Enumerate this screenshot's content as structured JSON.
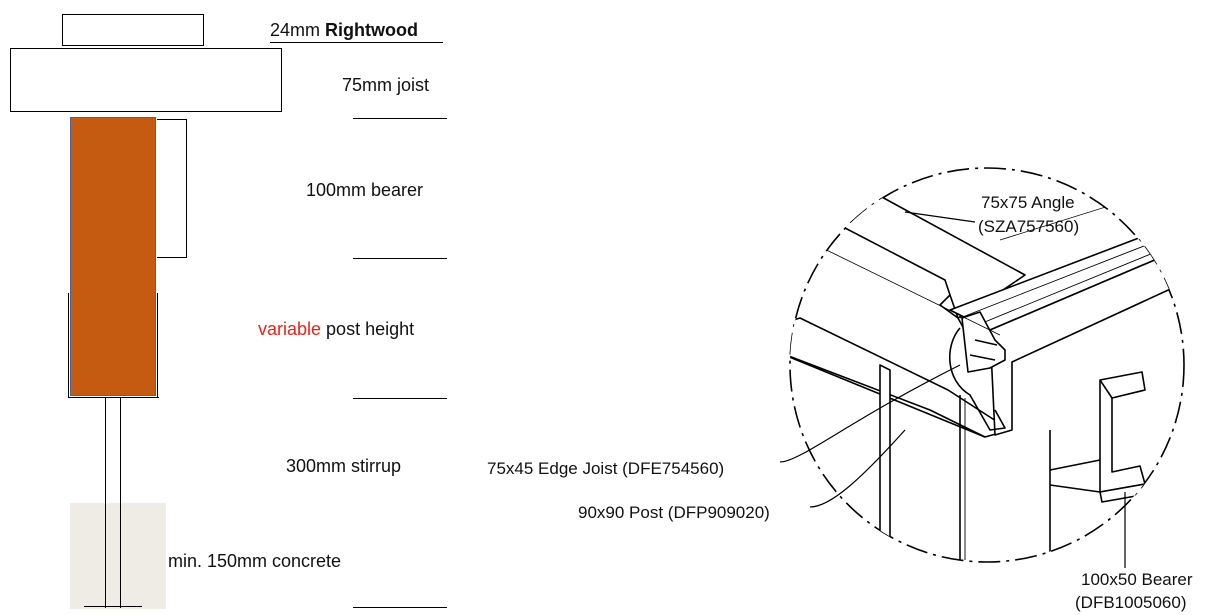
{
  "left_diagram": {
    "layers": [
      {
        "thickness": "24mm",
        "name": "Rightwood"
      },
      {
        "text": "75mm joist"
      },
      {
        "text": "100mm bearer"
      },
      {
        "highlight": "variable",
        "text": " post height",
        "highlight_color": "#e8231c"
      },
      {
        "text": "300mm stirrup"
      },
      {
        "text": "min. 150mm concrete"
      }
    ],
    "colors": {
      "post": "#c55a11",
      "post_border": "#5b5e8a",
      "concrete": "#efece6"
    }
  },
  "detail_view": {
    "callouts": [
      {
        "line1": "75x75 Angle",
        "line2": "(SZA757560)"
      },
      {
        "line1": "75x45 Edge Joist (DFE754560)"
      },
      {
        "line1": "90x90 Post (DFP909020)"
      },
      {
        "line1": "100x50 Bearer",
        "line2": "(DFB1005060)"
      }
    ]
  }
}
